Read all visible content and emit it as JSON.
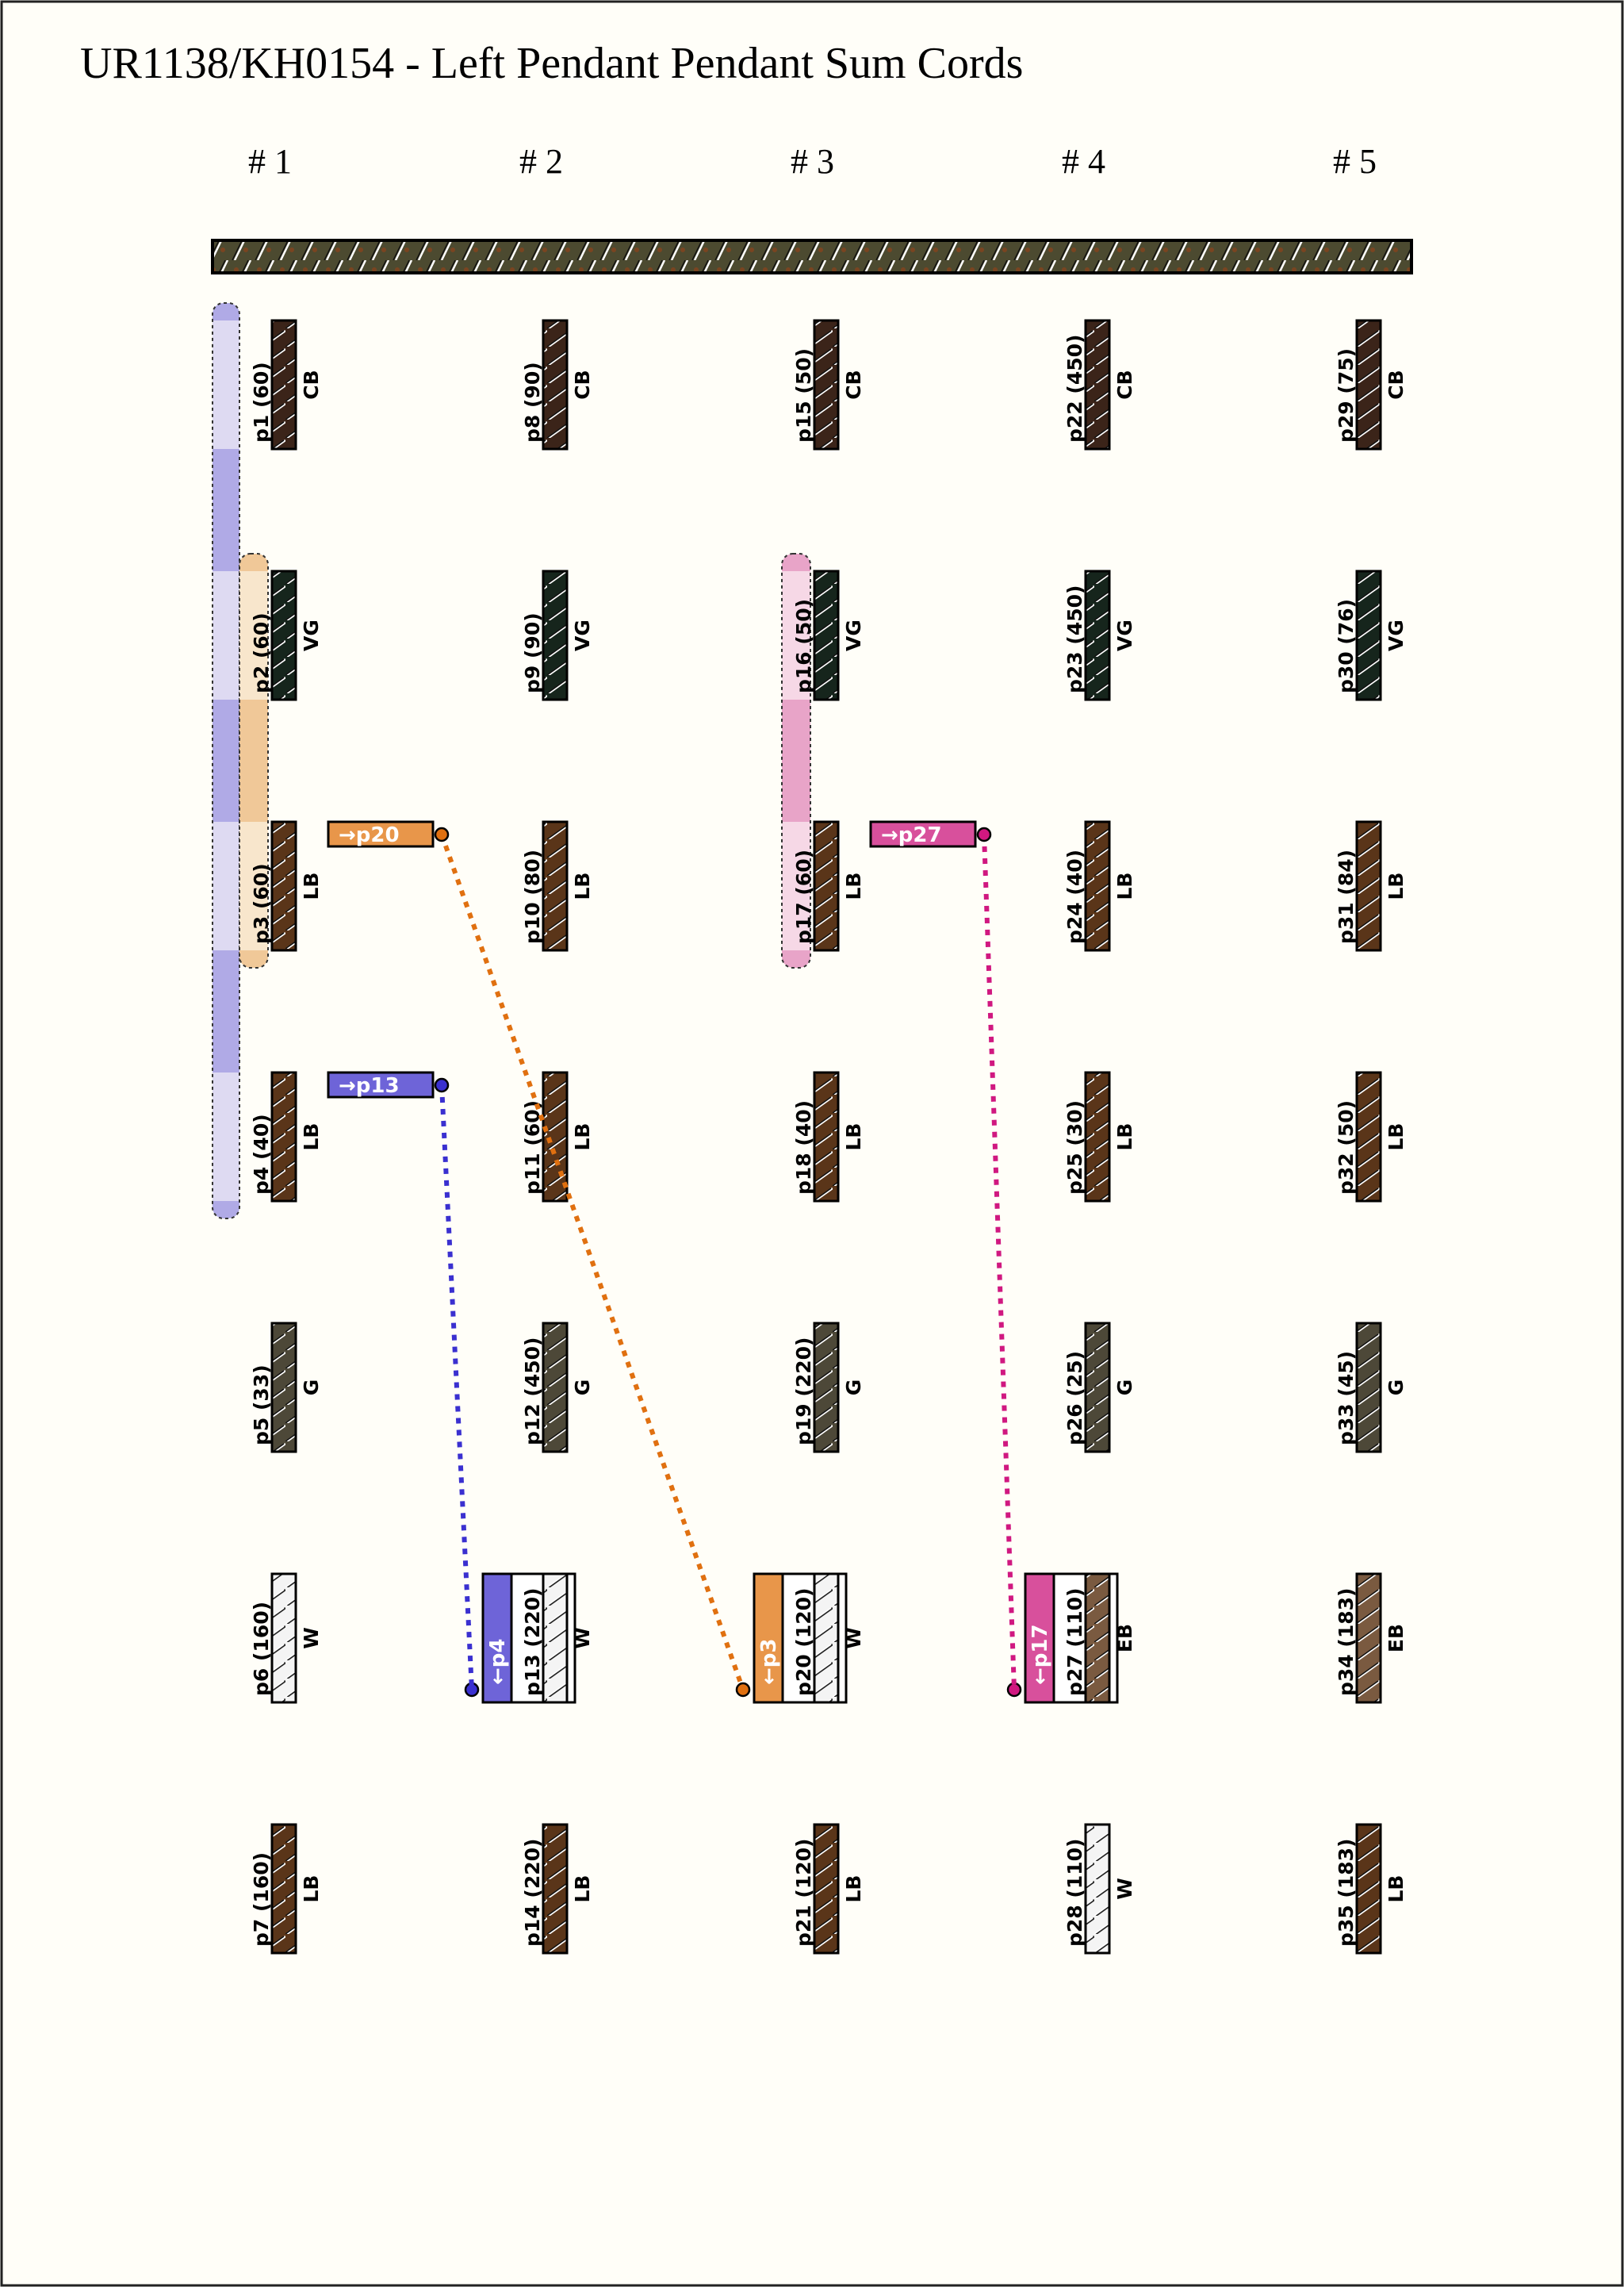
{
  "title": "UR1138/KH0154 - Left Pendant Pendant Sum Cords",
  "cord_colors": {
    "CB": "#3b2419",
    "VG": "#16251c",
    "LB": "#5a3519",
    "G": "#4d4838",
    "W": "#f4f4f4",
    "EB": "#7a5a40",
    "top": "#4c4a30"
  },
  "columns": [
    {
      "label": "# 1",
      "pendants": [
        {
          "label": "p1 (60)",
          "color": "CB"
        },
        {
          "label": "p2 (60)",
          "color": "VG"
        },
        {
          "label": "p3 (60)",
          "color": "LB"
        },
        {
          "label": "p4 (40)",
          "color": "LB"
        },
        {
          "label": "p5 (33)",
          "color": "G"
        },
        {
          "label": "p6 (160)",
          "color": "W"
        },
        {
          "label": "p7 (160)",
          "color": "LB"
        }
      ]
    },
    {
      "label": "# 2",
      "pendants": [
        {
          "label": "p8 (90)",
          "color": "CB"
        },
        {
          "label": "p9 (90)",
          "color": "VG"
        },
        {
          "label": "p10 (80)",
          "color": "LB"
        },
        {
          "label": "p11 (60)",
          "color": "LB"
        },
        {
          "label": "p12 (450)",
          "color": "G"
        },
        {
          "label": "p13 (220)",
          "color": "W"
        },
        {
          "label": "p14 (220)",
          "color": "LB"
        }
      ]
    },
    {
      "label": "# 3",
      "pendants": [
        {
          "label": "p15 (50)",
          "color": "CB"
        },
        {
          "label": "p16 (50)",
          "color": "VG"
        },
        {
          "label": "p17 (60)",
          "color": "LB"
        },
        {
          "label": "p18 (40)",
          "color": "LB"
        },
        {
          "label": "p19 (220)",
          "color": "G"
        },
        {
          "label": "p20 (120)",
          "color": "W"
        },
        {
          "label": "p21 (120)",
          "color": "LB"
        }
      ]
    },
    {
      "label": "# 4",
      "pendants": [
        {
          "label": "p22 (450)",
          "color": "CB"
        },
        {
          "label": "p23 (450)",
          "color": "VG"
        },
        {
          "label": "p24 (40)",
          "color": "LB"
        },
        {
          "label": "p25 (30)",
          "color": "LB"
        },
        {
          "label": "p26 (25)",
          "color": "G"
        },
        {
          "label": "p27 (110)",
          "color": "EB"
        },
        {
          "label": "p28 (110)",
          "color": "W"
        }
      ]
    },
    {
      "label": "# 5",
      "pendants": [
        {
          "label": "p29 (75)",
          "color": "CB"
        },
        {
          "label": "p30 (76)",
          "color": "VG"
        },
        {
          "label": "p31 (84)",
          "color": "LB"
        },
        {
          "label": "p32 (50)",
          "color": "LB"
        },
        {
          "label": "p33 (45)",
          "color": "G"
        },
        {
          "label": "p34 (183)",
          "color": "EB"
        },
        {
          "label": "p35 (183)",
          "color": "LB"
        }
      ]
    }
  ],
  "sum_links": [
    {
      "from": {
        "col": 0,
        "row": 2
      },
      "to": {
        "col": 2,
        "row": 5
      },
      "from_tag": "→p20",
      "to_tag": "←p3",
      "fill": "#e8964a",
      "line": "#e07010"
    },
    {
      "from": {
        "col": 0,
        "row": 3
      },
      "to": {
        "col": 1,
        "row": 5
      },
      "from_tag": "→p13",
      "to_tag": "←p4",
      "fill": "#6e64d8",
      "line": "#3a30d0"
    },
    {
      "from": {
        "col": 2,
        "row": 2
      },
      "to": {
        "col": 3,
        "row": 5
      },
      "from_tag": "→p27",
      "to_tag": "←p17",
      "fill": "#d8509c",
      "line": "#d01880"
    }
  ],
  "group_bars": [
    {
      "col": 0,
      "rows": [
        0,
        3
      ],
      "lane": 0,
      "dark": "#b0aae6",
      "light": "#dedaf2"
    },
    {
      "col": 0,
      "rows": [
        1,
        2
      ],
      "lane": 1,
      "dark": "#f0c898",
      "light": "#f8e6cc"
    },
    {
      "col": 2,
      "rows": [
        1,
        2
      ],
      "lane": 1,
      "dark": "#e8a4c8",
      "light": "#f6d8e6"
    }
  ]
}
